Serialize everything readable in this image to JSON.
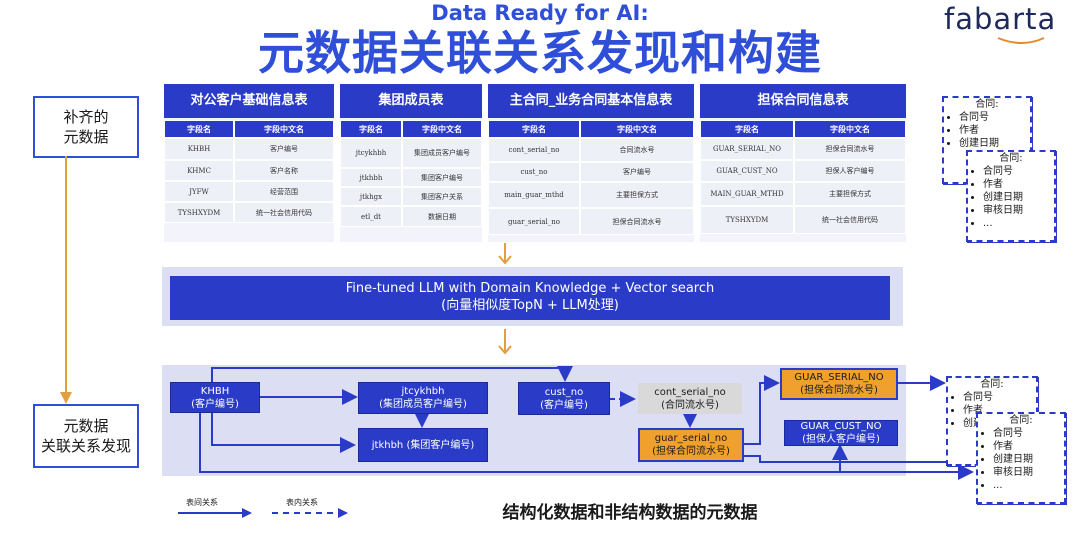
{
  "header": {
    "subtitle": "Data Ready for AI:",
    "title": "元数据关联关系发现和构建",
    "logo_text": "fabarta"
  },
  "sidebar": {
    "top_box": "补齐的\n元数据",
    "bottom_box": "元数据\n关联关系发现"
  },
  "tables": [
    {
      "title": "对公客户基础信息表",
      "col_headers": [
        "字段名",
        "字段中文名"
      ],
      "rows": [
        [
          "KHBH",
          "客户编号"
        ],
        [
          "KHMC",
          "客户名称"
        ],
        [
          "JYFW",
          "经营范围"
        ],
        [
          "TYSHXYDM",
          "统一社会信用代码"
        ]
      ]
    },
    {
      "title": "集团成员表",
      "col_headers": [
        "字段名",
        "字段中文名"
      ],
      "rows": [
        [
          "jtcykhbh",
          "集团成员客户编号"
        ],
        [
          "jtkhbh",
          "集团客户编号"
        ],
        [
          "jtkhgx",
          "集团客户关系"
        ],
        [
          "etl_dt",
          "数据日期"
        ]
      ]
    },
    {
      "title": "主合同_业务合同基本信息表",
      "col_headers": [
        "字段名",
        "字段中文名"
      ],
      "rows": [
        [
          "cont_serial_no",
          "合同流水号"
        ],
        [
          "cust_no",
          "客户编号"
        ],
        [
          "main_guar_mthd",
          "主要担保方式"
        ],
        [
          "guar_serial_no",
          "担保合同流水号"
        ]
      ]
    },
    {
      "title": "担保合同信息表",
      "col_headers": [
        "字段名",
        "字段中文名"
      ],
      "rows": [
        [
          "GUAR_SERIAL_NO",
          "担保合同流水号"
        ],
        [
          "GUAR_CUST_NO",
          "担保人客户编号"
        ],
        [
          "MAIN_GUAR_MTHD",
          "主要担保方式"
        ],
        [
          "TYSHXYDM",
          "统一社会信用代码"
        ]
      ]
    }
  ],
  "llm": {
    "line1": "Fine-tuned LLM with Domain Knowledge + Vector search",
    "line2": "(向量相似度TopN + LLM处理)"
  },
  "graph_nodes": {
    "khbh": {
      "line1": "KHBH",
      "line2": "(客户编号)"
    },
    "jtcykhbh": {
      "line1": "jtcykhbh",
      "line2": "(集团成员客户编号)"
    },
    "jtkhbh": {
      "line1": "jtkhbh (集团客户编号)",
      "line2": ""
    },
    "cust_no": {
      "line1": "cust_no",
      "line2": "(客户编号)"
    },
    "cont_serial_no": {
      "line1": "cont_serial_no",
      "line2": "(合同流水号)"
    },
    "guar_serial_no_lower": {
      "line1": "guar_serial_no",
      "line2": "(担保合同流水号)"
    },
    "guar_serial_no_upper": {
      "line1": "GUAR_SERIAL_NO",
      "line2": "(担保合同流水号)"
    },
    "guar_cust_no": {
      "line1": "GUAR_CUST_NO",
      "line2": "(担保人客户编号)"
    }
  },
  "notes": {
    "title": "合同:",
    "items": [
      "合同号",
      "作者",
      "创建日期",
      "审核日期",
      "..."
    ],
    "back_items_visible": [
      "合同号",
      "作者",
      "创建日期"
    ]
  },
  "legend": {
    "inter_table": "表间关系",
    "intra_table": "表内关系"
  },
  "caption": "结构化数据和非结构数据的元数据",
  "colors": {
    "primary_blue": "#2a3bc8",
    "title_blue": "#2f4fd8",
    "orange": "#f0a02c",
    "arrow_orange": "#e0a040",
    "panel_bg": "#dcdff4"
  }
}
